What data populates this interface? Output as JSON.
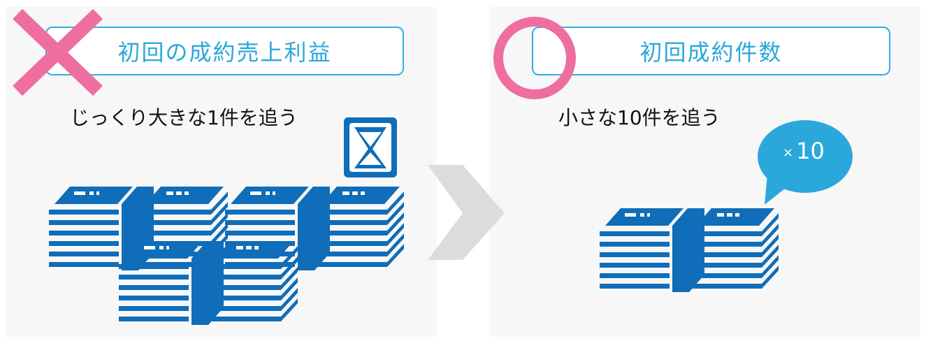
{
  "left_panel": {
    "title": "初回の成約売上利益",
    "subtitle": "じっくり大きな1件を追う",
    "status_icon": "cross-mark-icon",
    "accent_color": "#ef6ea0"
  },
  "right_panel": {
    "title": "初回成約件数",
    "subtitle": "小さな10件を追う",
    "status_icon": "circle-mark-icon",
    "bubble": {
      "times": "×",
      "count": "10"
    }
  },
  "colors": {
    "accent_blue": "#2aa8dc",
    "stack_blue": "#0f6db9",
    "mark_pink": "#ef6ea0",
    "arrow_gray": "#dcdcdc",
    "panel_bg": "#f7f7f7"
  }
}
